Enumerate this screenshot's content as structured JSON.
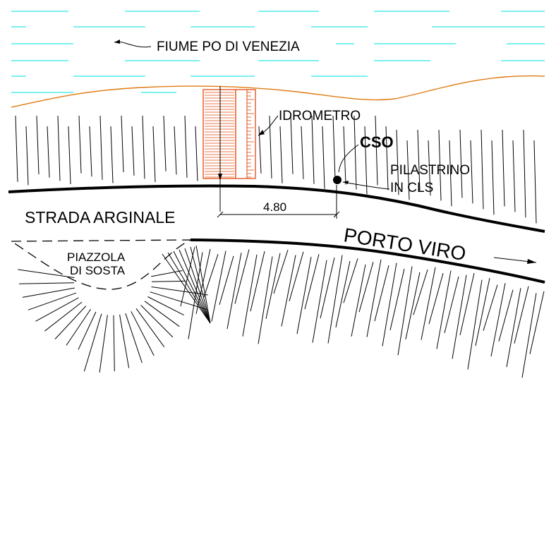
{
  "labels": {
    "river": "FIUME PO DI VENEZIA",
    "gauge": "IDROMETRO",
    "station": "CSO",
    "pillar_line1": "PILASTRINO",
    "pillar_line2": "IN CLS",
    "dimension": "4.80",
    "road": "STRADA ARGINALE",
    "direction": "PORTO VIRO",
    "area_line1": "PIAZZOLA",
    "area_line2": "DI SOSTA"
  },
  "colors": {
    "water": "#2ee6e6",
    "bank": "#e07a10",
    "gauge": "#e04a10",
    "ink": "#000000"
  }
}
